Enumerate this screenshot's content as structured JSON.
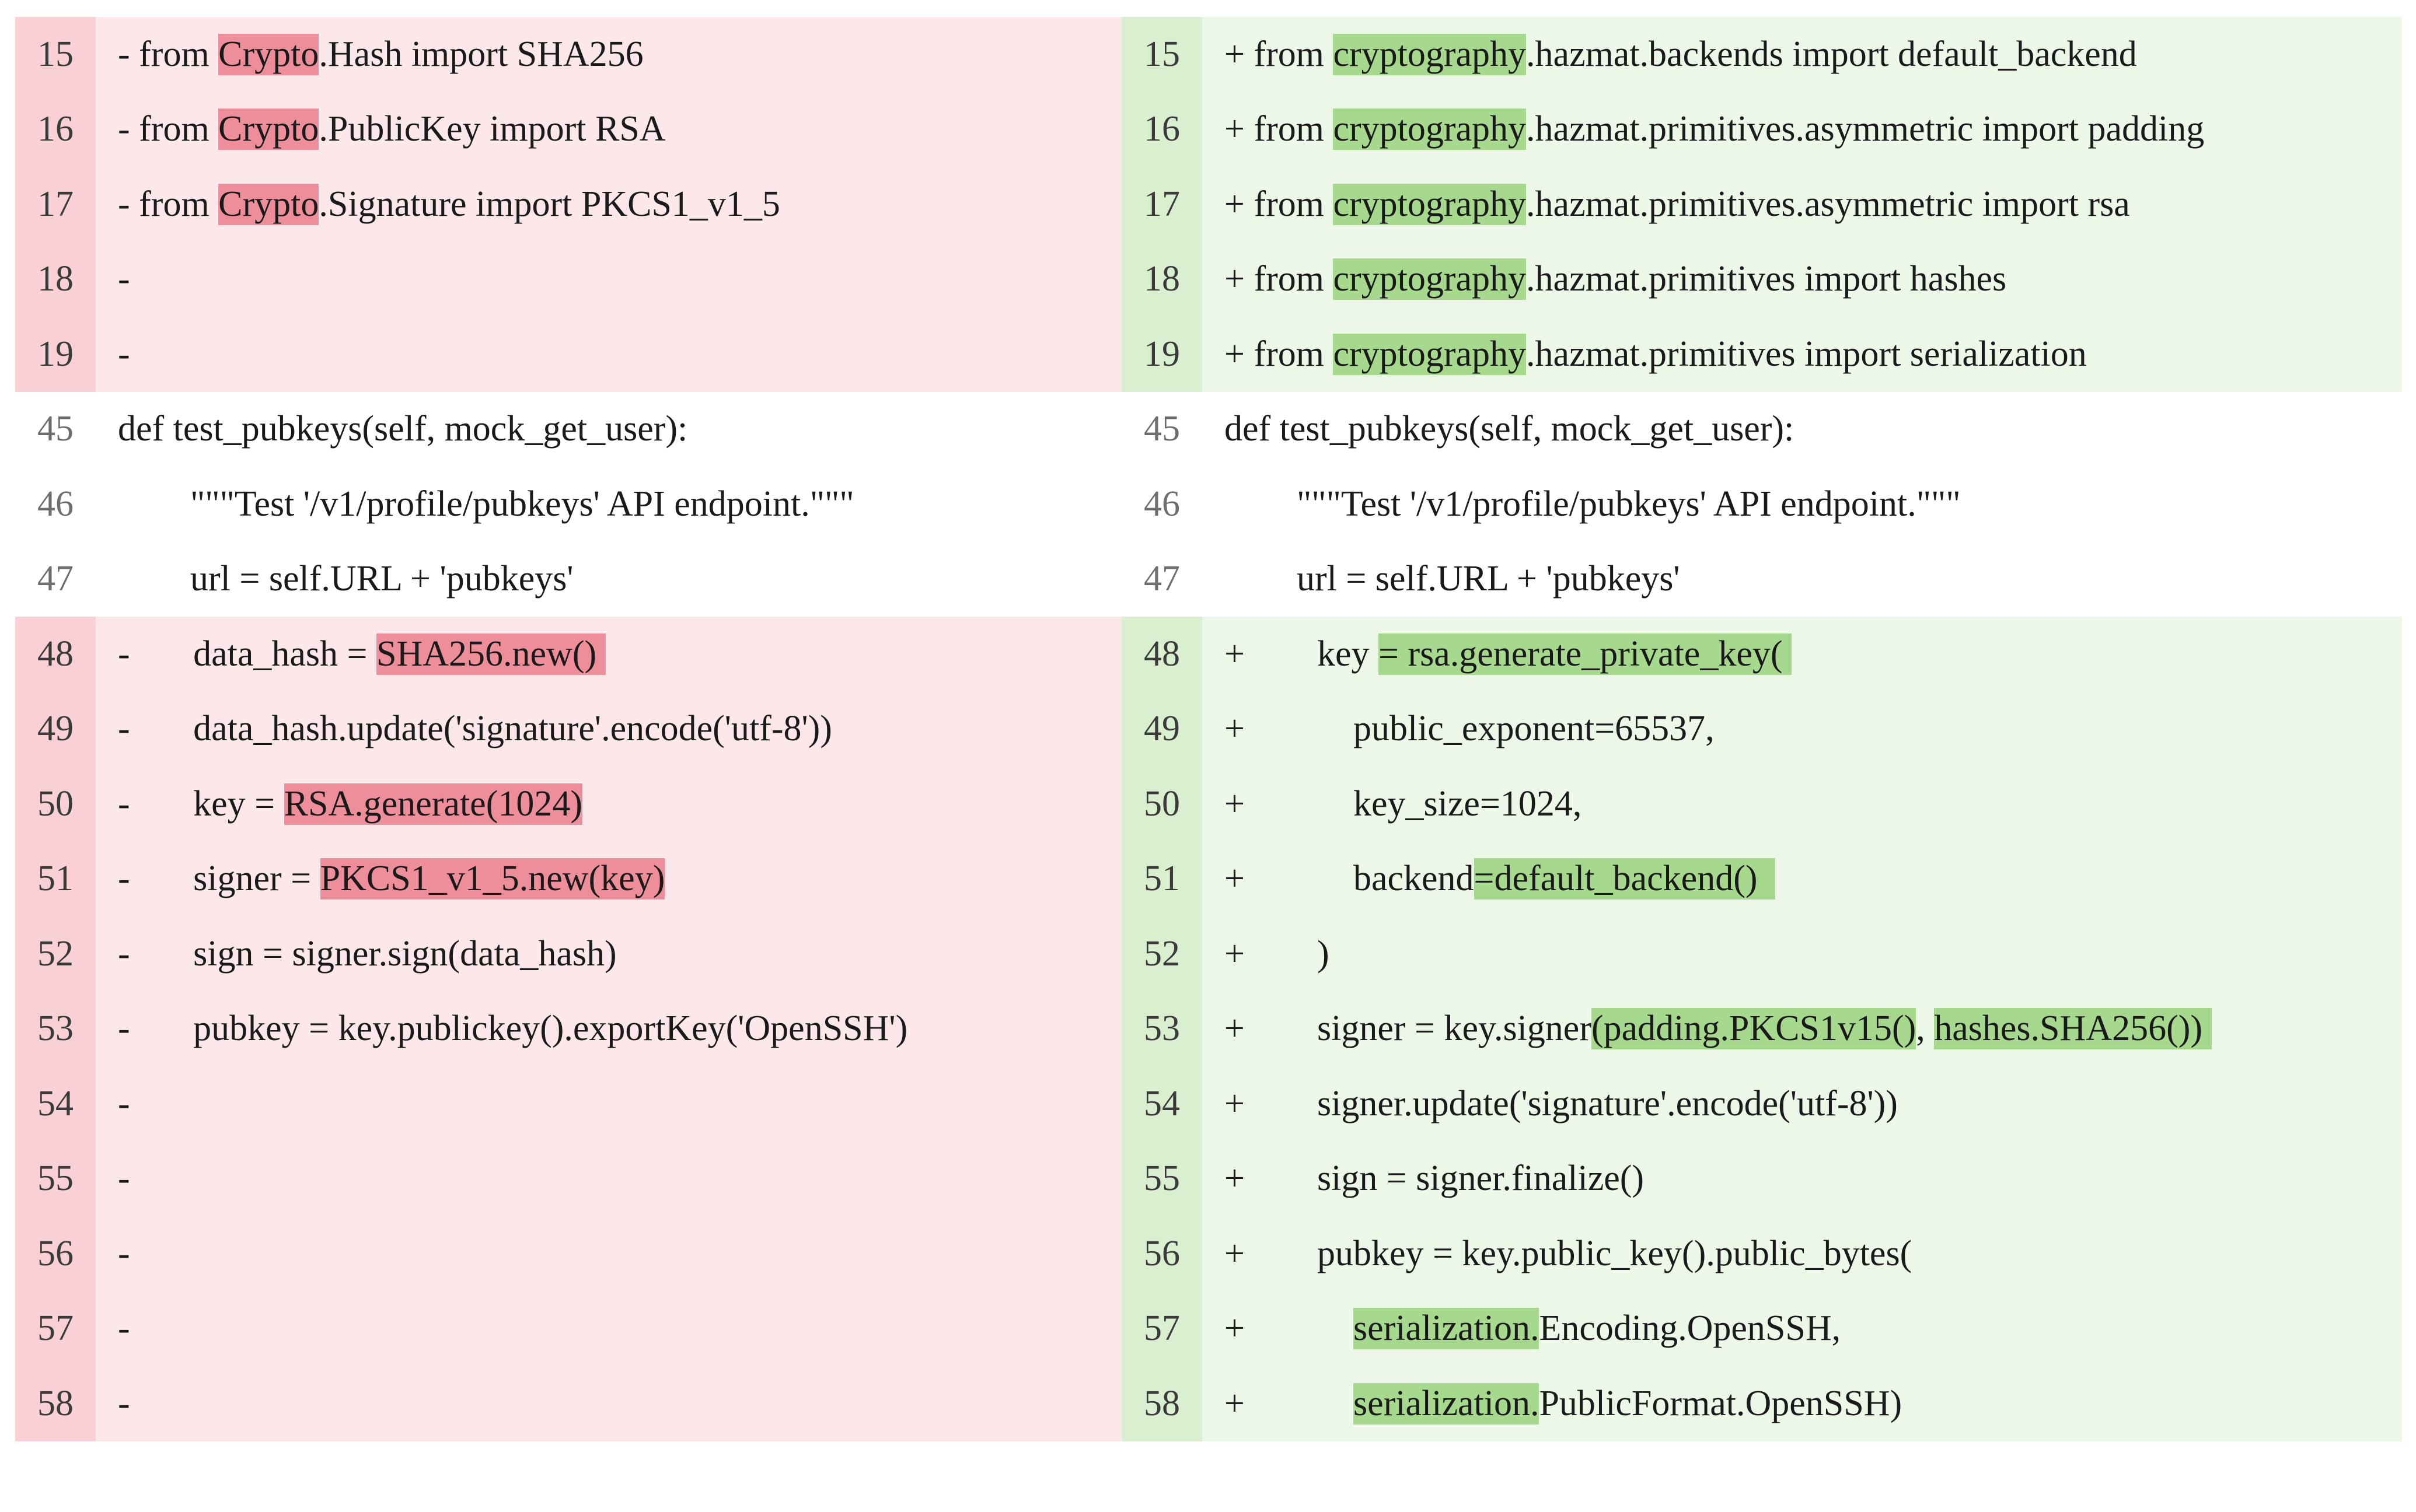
{
  "colors": {
    "deleted_line_bg": "#fce8ea",
    "deleted_gutter_bg": "#f8d0d6",
    "deleted_highlight": "#ee8e9b",
    "added_line_bg": "#edf7e8",
    "added_gutter_bg": "#d9efcf",
    "added_highlight": "#a6d98d"
  },
  "rows": [
    {
      "left": {
        "type": "del",
        "num": "15",
        "segs": [
          {
            "t": "- from "
          },
          {
            "t": "Crypto",
            "hl": true
          },
          {
            "t": ".Hash import SHA256"
          }
        ]
      },
      "right": {
        "type": "add",
        "num": "15",
        "segs": [
          {
            "t": "+ from "
          },
          {
            "t": "cryptography",
            "hl": true
          },
          {
            "t": ".hazmat.backends import default_backend"
          }
        ]
      }
    },
    {
      "left": {
        "type": "del",
        "num": "16",
        "segs": [
          {
            "t": "- from "
          },
          {
            "t": "Crypto",
            "hl": true
          },
          {
            "t": ".PublicKey import RSA"
          }
        ]
      },
      "right": {
        "type": "add",
        "num": "16",
        "segs": [
          {
            "t": "+ from "
          },
          {
            "t": "cryptography",
            "hl": true
          },
          {
            "t": ".hazmat.primitives.asymmetric import padding"
          }
        ]
      }
    },
    {
      "left": {
        "type": "del",
        "num": "17",
        "segs": [
          {
            "t": "- from "
          },
          {
            "t": "Crypto",
            "hl": true
          },
          {
            "t": ".Signature import PKCS1_v1_5"
          }
        ]
      },
      "right": {
        "type": "add",
        "num": "17",
        "segs": [
          {
            "t": "+ from "
          },
          {
            "t": "cryptography",
            "hl": true
          },
          {
            "t": ".hazmat.primitives.asymmetric import rsa"
          }
        ]
      }
    },
    {
      "left": {
        "type": "del",
        "num": "18",
        "segs": [
          {
            "t": "-"
          }
        ]
      },
      "right": {
        "type": "add",
        "num": "18",
        "segs": [
          {
            "t": "+ from "
          },
          {
            "t": "cryptography",
            "hl": true
          },
          {
            "t": ".hazmat.primitives import hashes"
          }
        ]
      }
    },
    {
      "left": {
        "type": "del",
        "num": "19",
        "segs": [
          {
            "t": "-"
          }
        ]
      },
      "right": {
        "type": "add",
        "num": "19",
        "segs": [
          {
            "t": "+ from "
          },
          {
            "t": "cryptography",
            "hl": true
          },
          {
            "t": ".hazmat.primitives import serialization"
          }
        ]
      }
    },
    {
      "left": {
        "type": "ctx",
        "num": "45",
        "segs": [
          {
            "t": "def test_pubkeys(self, mock_get_user):"
          }
        ]
      },
      "right": {
        "type": "ctx",
        "num": "45",
        "segs": [
          {
            "t": "def test_pubkeys(self, mock_get_user):"
          }
        ]
      }
    },
    {
      "left": {
        "type": "ctx",
        "num": "46",
        "segs": [
          {
            "t": "        \"\"\"Test '/v1/profile/pubkeys' API endpoint.\"\"\""
          }
        ]
      },
      "right": {
        "type": "ctx",
        "num": "46",
        "segs": [
          {
            "t": "        \"\"\"Test '/v1/profile/pubkeys' API endpoint.\"\"\""
          }
        ]
      }
    },
    {
      "left": {
        "type": "ctx",
        "num": "47",
        "segs": [
          {
            "t": "        url = self.URL + 'pubkeys'"
          }
        ]
      },
      "right": {
        "type": "ctx",
        "num": "47",
        "segs": [
          {
            "t": "        url = self.URL + 'pubkeys'"
          }
        ]
      }
    },
    {
      "left": {
        "type": "del",
        "num": "48",
        "segs": [
          {
            "t": "-       data_hash = "
          },
          {
            "t": "SHA256.new() ",
            "hl": true
          }
        ]
      },
      "right": {
        "type": "add",
        "num": "48",
        "segs": [
          {
            "t": "+        key "
          },
          {
            "t": "= rsa.generate_private_key( ",
            "hl": true
          }
        ]
      }
    },
    {
      "left": {
        "type": "del",
        "num": "49",
        "segs": [
          {
            "t": "-       data_hash.update('signature'.encode('utf-8'))"
          }
        ]
      },
      "right": {
        "type": "add",
        "num": "49",
        "segs": [
          {
            "t": "+            public_exponent=65537,"
          }
        ]
      }
    },
    {
      "left": {
        "type": "del",
        "num": "50",
        "segs": [
          {
            "t": "-       key = "
          },
          {
            "t": "RSA.generate(1024)",
            "hl": true
          }
        ]
      },
      "right": {
        "type": "add",
        "num": "50",
        "segs": [
          {
            "t": "+            key_size=1024,"
          }
        ]
      }
    },
    {
      "left": {
        "type": "del",
        "num": "51",
        "segs": [
          {
            "t": "-       signer = "
          },
          {
            "t": "PKCS1_v1_5.new(key)",
            "hl": true
          }
        ]
      },
      "right": {
        "type": "add",
        "num": "51",
        "segs": [
          {
            "t": "+            backend"
          },
          {
            "t": "=default_backend()  ",
            "hl": true
          }
        ]
      }
    },
    {
      "left": {
        "type": "del",
        "num": "52",
        "segs": [
          {
            "t": "-       sign = signer.sign(data_hash)"
          }
        ]
      },
      "right": {
        "type": "add",
        "num": "52",
        "segs": [
          {
            "t": "+        )"
          }
        ]
      }
    },
    {
      "left": {
        "type": "del",
        "num": "53",
        "segs": [
          {
            "t": "-       pubkey = key.publickey().exportKey('OpenSSH')"
          }
        ]
      },
      "right": {
        "type": "add",
        "num": "53",
        "segs": [
          {
            "t": "+        signer = key.signer"
          },
          {
            "t": "(padding.PKCS1v15()",
            "hl": true
          },
          {
            "t": ", "
          },
          {
            "t": "hashes.SHA256()) ",
            "hl": true
          }
        ]
      }
    },
    {
      "left": {
        "type": "del",
        "num": "54",
        "segs": [
          {
            "t": "-"
          }
        ]
      },
      "right": {
        "type": "add",
        "num": "54",
        "segs": [
          {
            "t": "+        signer.update('signature'.encode('utf-8'))"
          }
        ]
      }
    },
    {
      "left": {
        "type": "del",
        "num": "55",
        "segs": [
          {
            "t": "-"
          }
        ]
      },
      "right": {
        "type": "add",
        "num": "55",
        "segs": [
          {
            "t": "+        sign = signer.finalize()"
          }
        ]
      }
    },
    {
      "left": {
        "type": "del",
        "num": "56",
        "segs": [
          {
            "t": "-"
          }
        ]
      },
      "right": {
        "type": "add",
        "num": "56",
        "segs": [
          {
            "t": "+        pubkey = key.public_key().public_bytes("
          }
        ]
      }
    },
    {
      "left": {
        "type": "del",
        "num": "57",
        "segs": [
          {
            "t": "-"
          }
        ]
      },
      "right": {
        "type": "add",
        "num": "57",
        "segs": [
          {
            "t": "+            "
          },
          {
            "t": "serialization.",
            "hl": true
          },
          {
            "t": "Encoding.OpenSSH,"
          }
        ]
      }
    },
    {
      "left": {
        "type": "del",
        "num": "58",
        "segs": [
          {
            "t": "-"
          }
        ]
      },
      "right": {
        "type": "add",
        "num": "58",
        "segs": [
          {
            "t": "+            "
          },
          {
            "t": "serialization.",
            "hl": true
          },
          {
            "t": "PublicFormat.OpenSSH)"
          }
        ]
      }
    }
  ]
}
